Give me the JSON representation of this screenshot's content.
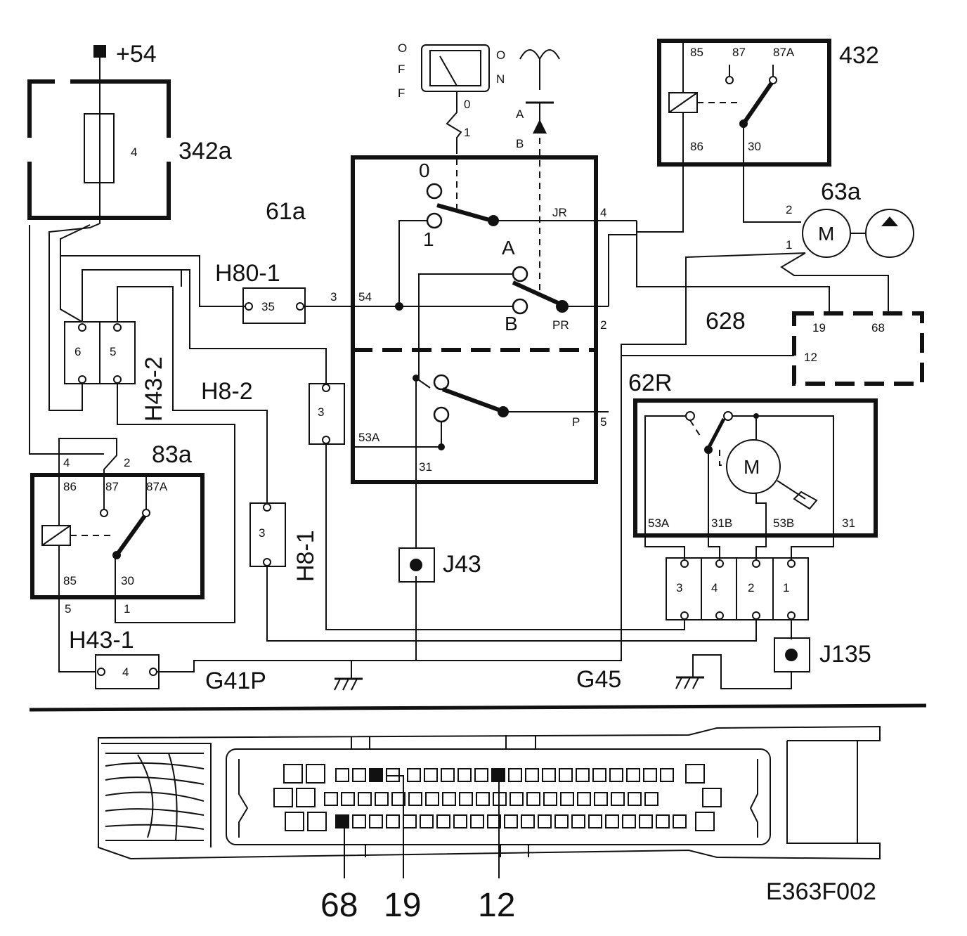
{
  "diagram": {
    "drawing_code": "E363F002",
    "supply": {
      "label": "+54"
    },
    "components": {
      "fuse_box": {
        "id": "342a",
        "fuse": "4"
      },
      "combination_switch": {
        "id": "61a",
        "positions": {
          "off": "0",
          "on": "1",
          "a": "A",
          "b": "B"
        },
        "terminals": {
          "jr": "JR",
          "pr": "PR",
          "p": "P",
          "t54": "54",
          "t53a": "53A",
          "t31": "31"
        },
        "pins": {
          "p4": "4",
          "p2": "2",
          "p5": "5",
          "p3": "3"
        }
      },
      "off_on_switch": {
        "off_letters": [
          "O",
          "F",
          "F"
        ],
        "on_letters": [
          "O",
          "N"
        ],
        "wires": {
          "w0": "0",
          "w1": "1"
        }
      },
      "antenna": {
        "a": "A",
        "b": "B"
      },
      "relay_432": {
        "id": "432",
        "terminals": {
          "t85": "85",
          "t87": "87",
          "t87a": "87A",
          "t86": "86",
          "t30": "30"
        }
      },
      "pump_63a": {
        "id": "63a",
        "motor": "M",
        "pins": {
          "p2": "2",
          "p1": "1"
        }
      },
      "control_unit_628": {
        "id": "628",
        "pins": {
          "p19": "19",
          "p68": "68",
          "p12": "12"
        }
      },
      "relay_83a": {
        "id": "83a",
        "terminals": {
          "t86": "86",
          "t87": "87",
          "t87a": "87A",
          "t85": "85",
          "t30": "30"
        },
        "pins": {
          "p4": "4",
          "p2": "2",
          "p5": "5",
          "p1": "1"
        }
      },
      "wiper_motor_62r": {
        "id": "62R",
        "motor": "M",
        "terminals": {
          "t53a": "53A",
          "t31b": "31B",
          "t53b": "53B",
          "t31": "31"
        }
      },
      "connectors": {
        "h80_1": {
          "id": "H80-1",
          "pin": "35"
        },
        "h43_2": {
          "id": "H43-2",
          "pins": [
            "6",
            "5"
          ]
        },
        "h8_2": {
          "id": "H8-2",
          "pin": "3"
        },
        "h8_1": {
          "id": "H8-1",
          "pin": "3"
        },
        "h43_1": {
          "id": "H43-1",
          "pin": "4"
        },
        "motor_plug": {
          "pins": [
            "3",
            "4",
            "2",
            "1"
          ]
        }
      },
      "grounds": {
        "j43": "J43",
        "j135": "J135",
        "g41p": "G41P",
        "g45": "G45"
      }
    },
    "ecu_connector": {
      "callouts": [
        "68",
        "19",
        "12"
      ]
    }
  }
}
